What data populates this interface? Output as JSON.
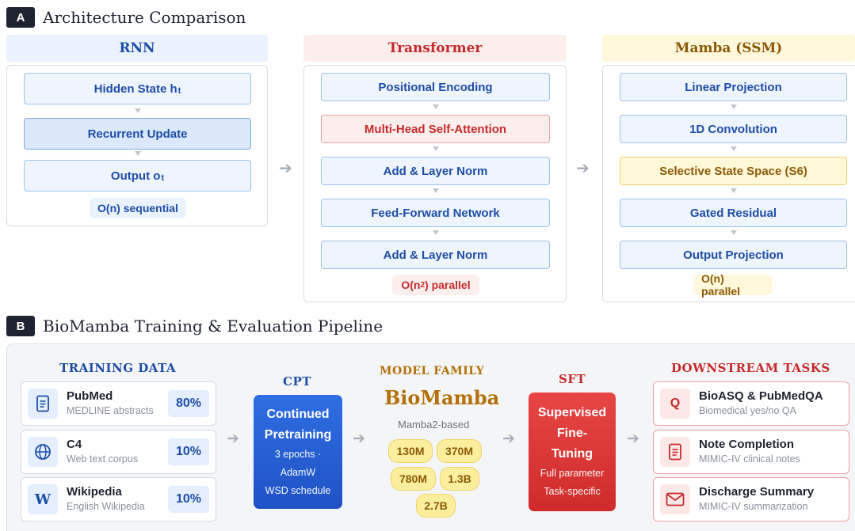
{
  "panel_a": {
    "letter": "A",
    "title": "Architecture Comparison",
    "rnn": {
      "title": "RNN",
      "blocks": [
        {
          "text": "Hidden State h",
          "sub": "t"
        },
        {
          "text": "Recurrent Update",
          "sub": ""
        },
        {
          "text": "Output o",
          "sub": "t"
        }
      ],
      "complexity": "O(n) sequential"
    },
    "transformer": {
      "title": "Transformer",
      "blocks": [
        "Positional Encoding",
        "Multi-Head Self-Attention",
        "Add & Layer Norm",
        "Feed-Forward Network",
        "Add & Layer Norm"
      ],
      "complexity_base": "O(n",
      "complexity_sup": "2",
      "complexity_end": ") parallel"
    },
    "mamba": {
      "title": "Mamba (SSM)",
      "blocks": [
        "Linear Projection",
        "1D Convolution",
        "Selective State Space (S6)",
        "Gated Residual",
        "Output Projection"
      ],
      "complexity": "O(n) parallel"
    },
    "arrow": "➔"
  },
  "panel_b": {
    "letter": "B",
    "title": "BioMamba Training & Evaluation Pipeline",
    "training_data": {
      "header": "TRAINING DATA",
      "items": [
        {
          "name": "PubMed",
          "desc": "MEDLINE abstracts",
          "pct": "80%",
          "icon": "document-icon"
        },
        {
          "name": "C4",
          "desc": "Web text corpus",
          "pct": "10%",
          "icon": "globe-icon"
        },
        {
          "name": "Wikipedia",
          "desc": "English Wikipedia",
          "pct": "10%",
          "icon": "wikipedia-icon",
          "glyph": "W"
        }
      ]
    },
    "cpt": {
      "header": "CPT",
      "line1": "Continued",
      "line2": "Pretraining",
      "detail1": "3 epochs ·",
      "detail2": "AdamW",
      "detail3": "WSD schedule"
    },
    "model_family": {
      "header": "MODEL FAMILY",
      "name": "BioMamba",
      "base": "Mamba2-based",
      "sizes": [
        "130M",
        "370M",
        "780M",
        "1.3B",
        "2.7B"
      ]
    },
    "sft": {
      "header": "SFT",
      "line1": "Supervised",
      "line2": "Fine-",
      "line3": "Tuning",
      "detail1": "Full parameter",
      "detail2": "Task-specific"
    },
    "downstream": {
      "header": "DOWNSTREAM TASKS",
      "items": [
        {
          "name": "BioASQ & PubMedQA",
          "desc": "Biomedical yes/no QA",
          "icon": "q-icon",
          "glyph": "Q"
        },
        {
          "name": "Note Completion",
          "desc": "MIMIC-IV clinical notes",
          "icon": "note-icon"
        },
        {
          "name": "Discharge Summary",
          "desc": "MIMIC-IV summarization",
          "icon": "mail-icon"
        }
      ]
    },
    "arrow": "➔"
  },
  "colors": {
    "blue": "#1d4ea8",
    "red": "#c62a2a",
    "gold": "#8c5a06",
    "cpt_fill": "#2a63d9",
    "sft_fill": "#dc3535"
  }
}
